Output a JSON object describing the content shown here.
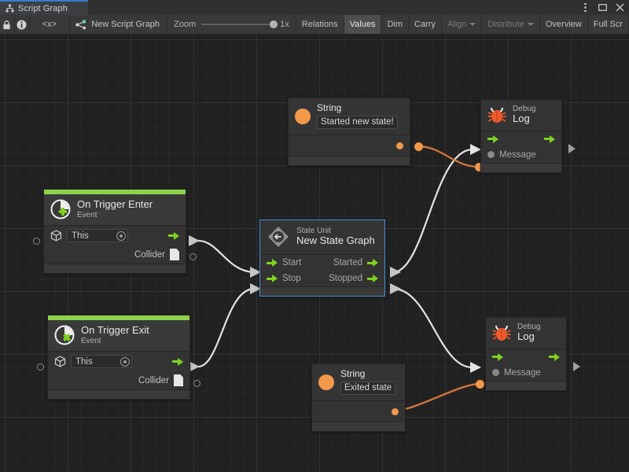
{
  "window": {
    "tab_label": "Script Graph",
    "tab_icon": "script-graph-icon",
    "controls": [
      {
        "name": "more-options",
        "glyph": "⋮"
      },
      {
        "name": "maximize",
        "glyph": "❐"
      },
      {
        "name": "close",
        "glyph": "✕"
      }
    ]
  },
  "toolbar": {
    "lock_icon": "lock-icon",
    "info_icon": "info-icon",
    "code_label": "<x>",
    "graph_name": "New Script Graph",
    "graph_icon": "graph-node-icon",
    "zoom_label": "Zoom",
    "zoom_value": "1x",
    "buttons": [
      {
        "label": "Relations",
        "state": "normal"
      },
      {
        "label": "Values",
        "state": "active"
      },
      {
        "label": "Dim",
        "state": "normal"
      },
      {
        "label": "Carry",
        "state": "normal"
      },
      {
        "label": "Align",
        "state": "dim",
        "caret": true
      },
      {
        "label": "Distribute",
        "state": "dim",
        "caret": true
      },
      {
        "label": "Overview",
        "state": "normal"
      },
      {
        "label": "Full Scr",
        "state": "normal"
      }
    ]
  },
  "graph": {
    "nodes": {
      "string_top": {
        "title": "String",
        "value": "Started new state!",
        "icon": "string-dot-icon"
      },
      "debug_log_top": {
        "subtitle": "Debug",
        "title": "Log",
        "icon": "bug-icon",
        "message_label": "Message"
      },
      "on_trigger_enter": {
        "title": "On Trigger Enter",
        "subtitle": "Event",
        "icon": "event-plus-icon",
        "target_icon": "gameobject-cube-icon",
        "target_value": "This",
        "collider_label": "Collider",
        "collider_icon": "collider-doc-icon"
      },
      "state_unit": {
        "subtitle": "State Unit",
        "title": "New State Graph",
        "icon": "state-machine-icon",
        "in_start": "Start",
        "in_stop": "Stop",
        "out_started": "Started",
        "out_stopped": "Stopped",
        "selected": true
      },
      "on_trigger_exit": {
        "title": "On Trigger Exit",
        "subtitle": "Event",
        "icon": "event-cross-icon",
        "target_icon": "gameobject-cube-icon",
        "target_value": "This",
        "collider_label": "Collider",
        "collider_icon": "collider-doc-icon"
      },
      "string_bottom": {
        "title": "String",
        "value": "Exited state",
        "icon": "string-dot-icon"
      },
      "debug_log_bottom": {
        "subtitle": "Debug",
        "title": "Log",
        "icon": "bug-icon",
        "message_label": "Message"
      }
    }
  },
  "colors": {
    "accent_green": "#8ed24b",
    "flow_green": "#7ed321",
    "value_orange": "#f2994a",
    "selection_blue": "#4c8fd4",
    "canvas_bg": "#212121",
    "node_bg": "#333333",
    "edge_flow": "#e4e4e4",
    "tab_accent": "#3a7bd0"
  }
}
